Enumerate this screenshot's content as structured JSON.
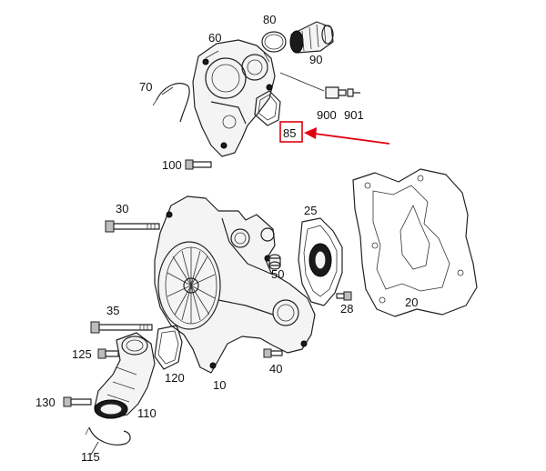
{
  "diagram": {
    "callouts": {
      "c60": "60",
      "c80": "80",
      "c90": "90",
      "c70": "70",
      "c900": "900",
      "c901": "901",
      "c85": "85",
      "c100": "100",
      "c30": "30",
      "c25": "25",
      "c50": "50",
      "c28": "28",
      "c20": "20",
      "c35": "35",
      "c125": "125",
      "c120": "120",
      "c40": "40",
      "c10": "10",
      "c130": "130",
      "c110": "110",
      "c115": "115"
    },
    "highlight": {
      "part": "85",
      "box_color": "#e0000f",
      "arrow_color": "#e0000f"
    }
  }
}
